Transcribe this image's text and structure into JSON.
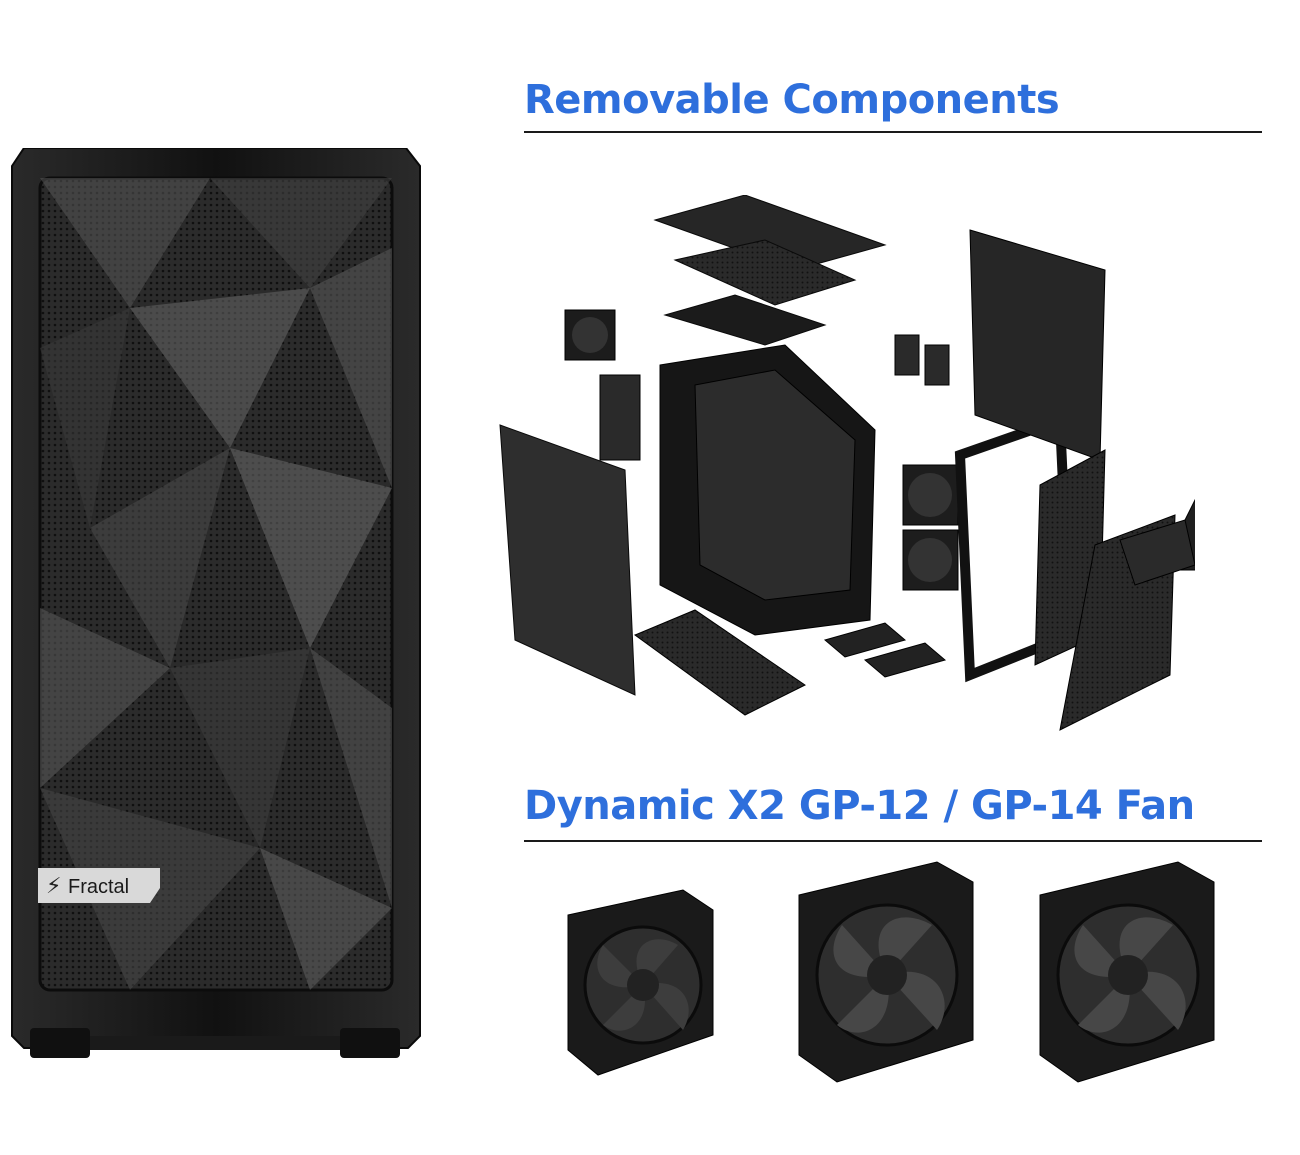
{
  "colors": {
    "heading": "#2e6fdc",
    "rule": "#1a1a1a",
    "case_body": "#171717",
    "mesh": "#3a3a3a",
    "badge": "#d9d9d9"
  },
  "case": {
    "badge_text": "Fractal",
    "badge_icon": "fractal-logo-icon"
  },
  "sections": {
    "removable": {
      "title": "Removable Components"
    },
    "fans": {
      "title": "Dynamic X2 GP-12 / GP-14 Fan"
    }
  },
  "fans": [
    {
      "name": "fan-120"
    },
    {
      "name": "fan-140-a"
    },
    {
      "name": "fan-140-b"
    }
  ]
}
